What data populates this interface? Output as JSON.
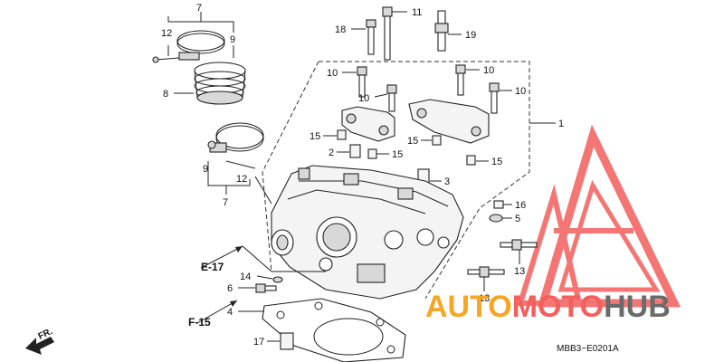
{
  "callouts": {
    "c1": "1",
    "c2": "2",
    "c3": "3",
    "c4": "4",
    "c5": "5",
    "c6": "6",
    "c7a": "7",
    "c7b": "7",
    "c8": "8",
    "c9a": "9",
    "c9b": "9",
    "c10a": "10",
    "c10b": "10",
    "c10c": "10",
    "c10d": "10",
    "c11": "11",
    "c12a": "12",
    "c12b": "12",
    "c13a": "13",
    "c13b": "13",
    "c14": "14",
    "c15a": "15",
    "c15b": "15",
    "c15c": "15",
    "c15d": "15",
    "c16": "16",
    "c17": "17",
    "c18": "18",
    "c19": "19"
  },
  "refs": {
    "e17": "E-17",
    "f15": "F-15"
  },
  "direction": "FR.",
  "diagram_code": "MBB3−E0201A",
  "watermark": {
    "brand_a": "AUTO",
    "brand_b": "MOTO",
    "brand_c": "HUB",
    "color_red": "#f25f5c",
    "color_orange": "#f5a623",
    "color_gray": "#6b6b6b"
  }
}
